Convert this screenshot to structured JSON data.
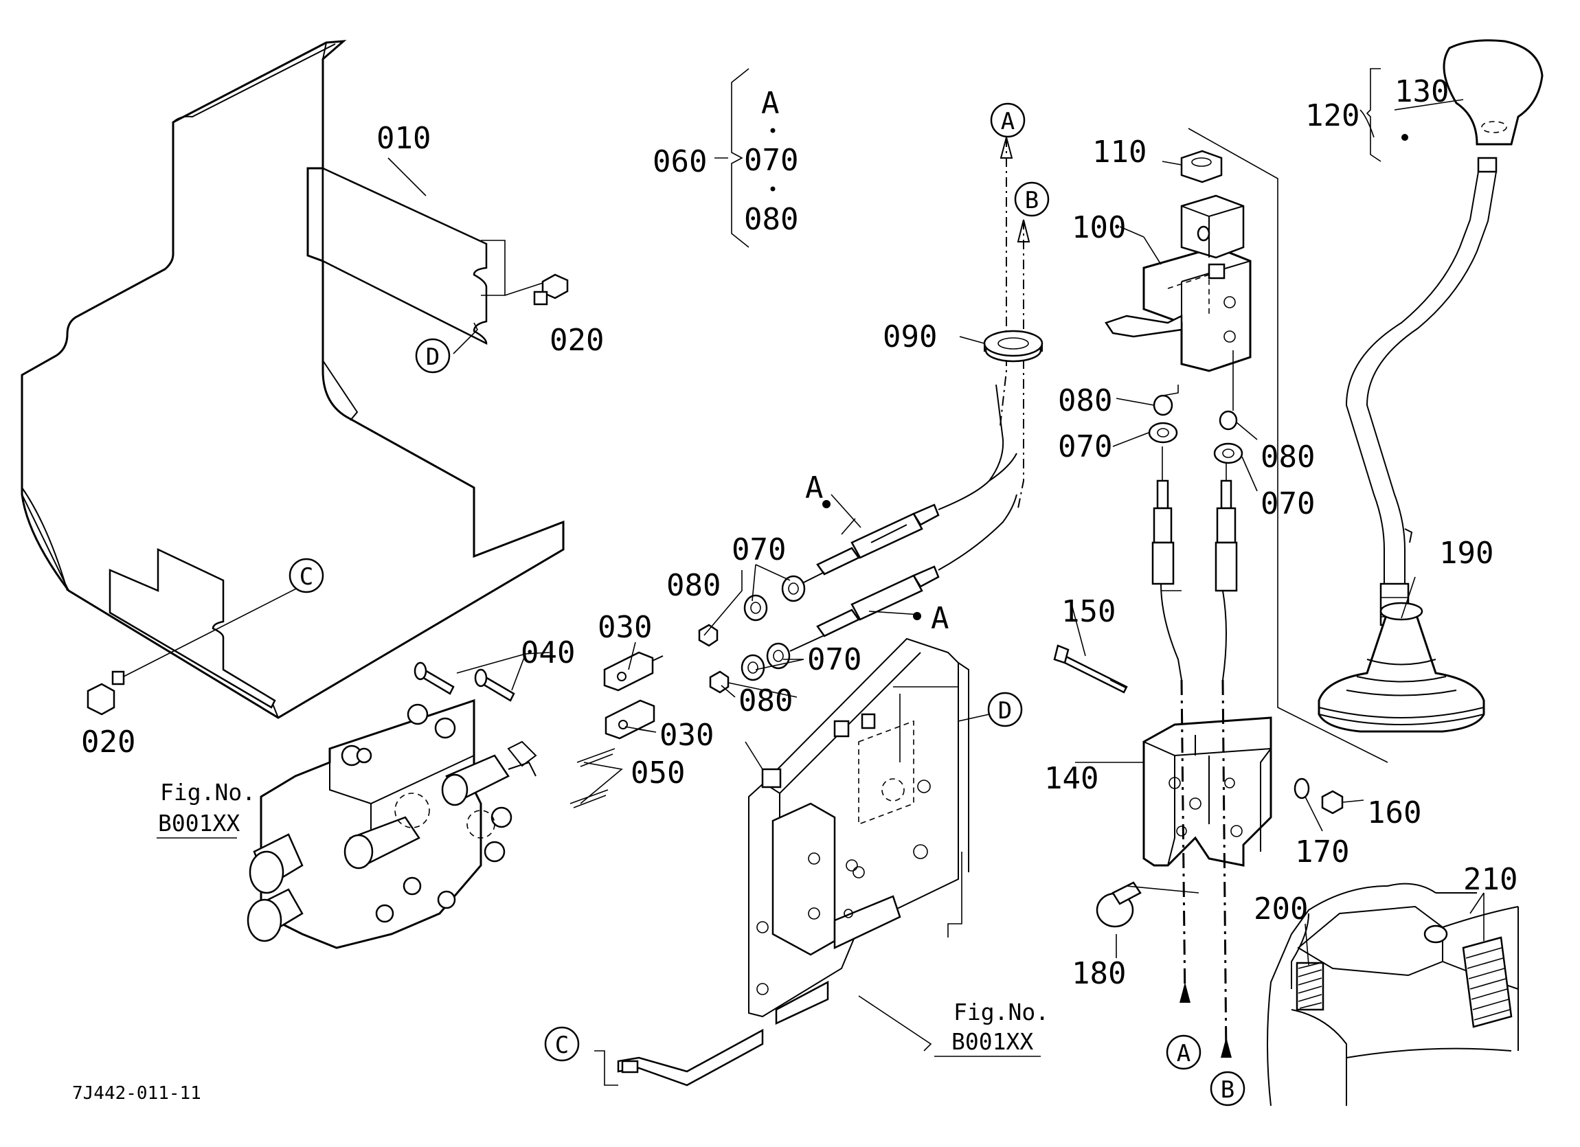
{
  "drawing_code": "7J442-011-11",
  "fig_ref_label": "Fig.No.",
  "fig_ref_code": "B001XX",
  "group": {
    "ref": "060",
    "items": [
      "A",
      "070",
      "080"
    ]
  },
  "sub_group": {
    "ref": "120"
  },
  "part_labels": {
    "p010": "010",
    "p020a": "020",
    "p020b": "020",
    "p030a": "030",
    "p030b": "030",
    "p040": "040",
    "p050": "050",
    "p070a": "070",
    "p070b": "070",
    "p070c": "070",
    "p070d": "070",
    "p080a": "080",
    "p080b": "080",
    "p080c": "080",
    "p080d": "080",
    "p090": "090",
    "p100": "100",
    "p110": "110",
    "p130": "130",
    "p140": "140",
    "p150": "150",
    "p160": "160",
    "p170": "170",
    "p180": "180",
    "p190": "190",
    "p200": "200",
    "p210": "210"
  },
  "cable_markers": {
    "a1": "A",
    "a2": "A"
  },
  "connectors": {
    "a_top": "A",
    "b_top": "B",
    "a_bottom": "A",
    "b_bottom": "B",
    "c_left": "C",
    "c_bottom": "C",
    "d_left": "D",
    "d_right": "D"
  }
}
